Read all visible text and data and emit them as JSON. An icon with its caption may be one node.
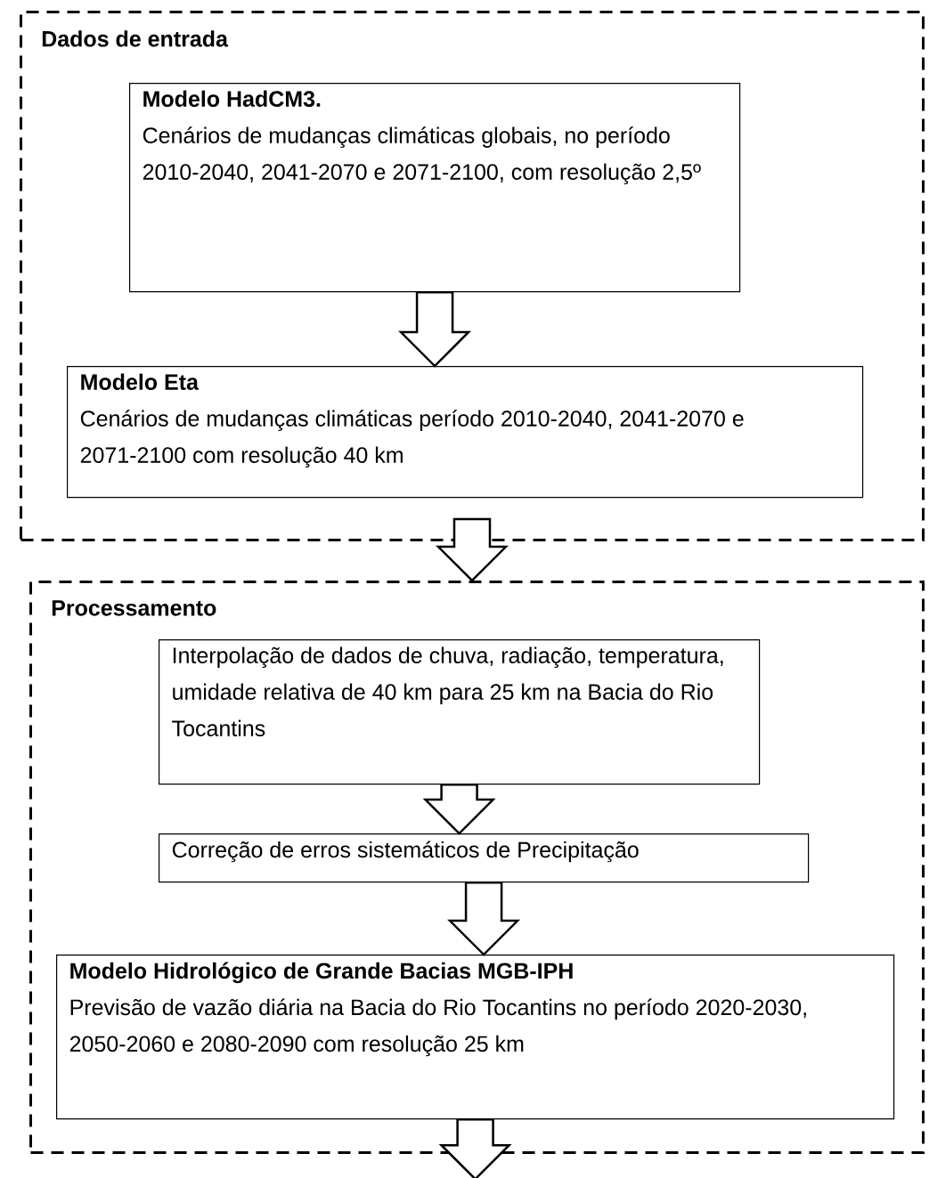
{
  "diagram": {
    "nodes": [
      {
        "text": [
          "Dados de entrada"
        ]
      },
      {
        "text": [
          "Modelo HadCM3.",
          "Cenários de mudanças climáticas globais, no período 2010-2040, 2041-2070 e 2071-2100, com resolução 2,5º"
        ],
        "in": 0
      },
      {
        "text": [
          "Modelo Eta",
          "Cenários de mudanças climáticas período 2010-2040, 2041-2070 e 2071-2100 com resolução 40 km"
        ],
        "in": 0
      },
      {
        "text": [
          "Processamento"
        ]
      },
      {
        "text": [
          "Interpolação de dados de chuva, radiação, temperatura, umidade relativa de 40 km para 25 km na Bacia do Rio Tocantins"
        ],
        "in": 3
      },
      {
        "text": [
          "Correção de erros sistemáticos de Precipitação"
        ],
        "in": 3
      },
      {
        "text": [
          "Modelo Hidrológico de Grande Bacias MGB-IPH",
          "Previsão de vazão diária na Bacia do Rio Tocantins no período 2020-2030, 2050-2060 e 2080-2090 com resolução 25 km"
        ],
        "in": 3
      }
    ],
    "edges": [
      {
        "from": 1,
        "to": 2,
        "arrow": "to"
      },
      {
        "from": 0,
        "to": 3,
        "arrow": "to"
      },
      {
        "from": 4,
        "to": 5,
        "arrow": "to"
      },
      {
        "from": 5,
        "to": 6,
        "arrow": "to"
      },
      {
        "from": 6,
        "to": null,
        "arrow": "to"
      }
    ]
  }
}
